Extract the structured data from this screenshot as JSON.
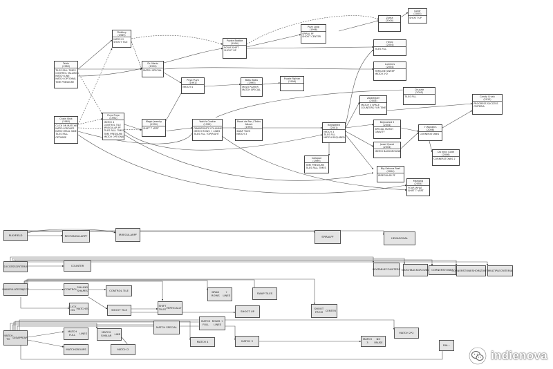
{
  "timeline": {
    "nodes": [
      {
        "id": "tetris",
        "name": "Tetris",
        "year": "(1985)",
        "features": [
          "TILES FALL TIMES",
          "CONTROL FALLING",
          "MATCH LINE",
          "MATCH OPTIONAL",
          "TIME PRESSURE"
        ]
      },
      {
        "id": "chainshot",
        "name": "Chain Shot",
        "year": "(1985)",
        "features": [
          "CLICK ON MATCHES",
          "MATCH GROUPS",
          "MATCH REAL SIDE",
          "TILES FALL",
          "OPTIMISE"
        ]
      },
      {
        "id": "plotting",
        "name": "Plotting",
        "year": "(1989)",
        "features": [
          "MATCH 2",
          "SHOOT TILE"
        ]
      },
      {
        "id": "puyopuyo",
        "name": "Puyo Puyo",
        "year": "(1991)",
        "features": [
          "MATCH 4",
          "CONTROL TILE",
          "IRREGULAR PF",
          "TILES FALL TIMES",
          "TIME PRESSURE",
          "MATCH OPTIONAL"
        ]
      },
      {
        "id": "drmario",
        "name": "Dr. Mario",
        "year": "(1990)",
        "features": [
          "MATCH SPECIAL"
        ]
      },
      {
        "id": "puzzlebobble",
        "name": "Puzzle Bobble",
        "year": "(1994)",
        "features": [
          "ROWS SHIFT",
          "SHOOT UP"
        ]
      },
      {
        "id": "puzzloop",
        "name": "Puzz Loop",
        "year": "(1998)",
        "features": [
          "SPIRAL PF",
          "SHOOT CENTER"
        ]
      },
      {
        "id": "zuma",
        "name": "Zuma",
        "year": "(2004)",
        "features": []
      },
      {
        "id": "luxor",
        "name": "Luxor",
        "year": "(2005)",
        "features": [
          "SHOOT UP"
        ]
      },
      {
        "id": "hexic",
        "name": "Hexic",
        "year": "(2004)",
        "features": [
          "TILES FILL"
        ]
      },
      {
        "id": "lumines",
        "name": "Lumines",
        "year": "(2004)",
        "features": [
          "TIMELINE SWEEP",
          "MATCH 2*2"
        ]
      },
      {
        "id": "magicjewelry",
        "name": "Magic Jewelry",
        "year": "(1990)",
        "features": [
          "SHIFT T VERT"
        ]
      },
      {
        "id": "puyopuyo2",
        "name": "Puyo Puyo",
        "year": "(1991)",
        "features": [
          "MATCH 4"
        ]
      },
      {
        "id": "baburbabu",
        "name": "Babu Babu",
        "year": "(1995)",
        "features": [
          "MULTI PLAYER",
          "MATCH SPECIAL"
        ]
      },
      {
        "id": "puzzlefighter",
        "name": "Puzzle Fighter",
        "year": "(1996)",
        "features": []
      },
      {
        "id": "yoshiscookie",
        "name": "Yoshi's Cookie",
        "year": "(1992)",
        "features": [
          "DRAWPOINTS COLUMNS",
          "MATCH ROWS + LINES",
          "TILES FILL TOP/RIGHT"
        ]
      },
      {
        "id": "paneldepon",
        "name": "Panel de Pon / Tetris Attack",
        "year": "(1995)",
        "features": [
          "SWAP TILES",
          "MATCH 3"
        ]
      },
      {
        "id": "bejeweled",
        "name": "Bejeweled",
        "year": "(2001)",
        "features": [
          "MATCH 3",
          "TILES FILL",
          "MATCH REQUIRED"
        ]
      },
      {
        "id": "zookeeper",
        "name": "Zookeeper",
        "year": "(2003)",
        "features": [
          "MATCH 3 SPACE",
          "COUNTERS FOR TIME"
        ]
      },
      {
        "id": "chuzzle",
        "name": "Chuzzle",
        "year": "(2005)",
        "features": [
          "TILES FILL"
        ]
      },
      {
        "id": "candycrush",
        "name": "Candy Crush",
        "year": "(2012)",
        "features": [
          "PROGRESS SUCCESS",
          "CRITERIA"
        ]
      },
      {
        "id": "bejeweled2",
        "name": "Bejeweled 2",
        "year": "(2004)",
        "features": [
          "SPECIAL MATCH",
          "GRAVITY"
        ]
      },
      {
        "id": "jewelquest",
        "name": "Jewel Quest",
        "year": "(2004)",
        "features": [
          "MATCH BACKGROUND"
        ]
      },
      {
        "id": "sevenwonders",
        "name": "7 Wonders",
        "year": "(2006)",
        "features": [
          "CORNERSTONES"
        ]
      },
      {
        "id": "davinci",
        "name": "Da Vinci Code",
        "year": "(2006)",
        "features": [
          "CORNERSTONES 2"
        ]
      },
      {
        "id": "collapse",
        "name": "Collapse",
        "year": "(1999)",
        "features": [
          "TIME PRESSURE",
          "TILES FALL TIMES"
        ]
      },
      {
        "id": "bigkahuna",
        "name": "Big Kahuna Reef",
        "year": "(2004)",
        "features": [
          "IRREGULAR PF"
        ]
      },
      {
        "id": "mahjong",
        "name": "Mahjong",
        "year": "(2005)",
        "features": [
          "FOUR WHAT",
          "SHIFT T VERT"
        ]
      }
    ]
  },
  "taxonomy": {
    "categories": [
      {
        "id": "playfield",
        "label": [
          "PLAYFIELD"
        ]
      },
      {
        "id": "success",
        "label": [
          "SUCCESS",
          "CRITERIA"
        ]
      },
      {
        "id": "manipulate",
        "label": [
          "MANIPULATE",
          "OBJECT"
        ]
      },
      {
        "id": "disappear",
        "label": [
          "MATCH TO",
          "DISAPPEAR"
        ]
      }
    ],
    "boxes": [
      {
        "id": "rect",
        "label": [
          "RECTANGULAR",
          "PF"
        ]
      },
      {
        "id": "irr",
        "label": [
          "IRREGULAR",
          "PF"
        ]
      },
      {
        "id": "spiral",
        "label": [
          "SPIRAL",
          "PF"
        ]
      },
      {
        "id": "hex",
        "label": [
          "HEXAGONAL"
        ]
      },
      {
        "id": "counter",
        "label": [
          "COUNTER"
        ]
      },
      {
        "id": "beatable",
        "label": [
          "BEATABLE",
          "COUNTERS"
        ]
      },
      {
        "id": "matchbg",
        "label": [
          "MATCH",
          "BACKGROUND"
        ]
      },
      {
        "id": "corner",
        "label": [
          "CORNERSTONES"
        ]
      },
      {
        "id": "cornerh",
        "label": [
          "CORNERSTONES",
          "HORIZONTAL"
        ]
      },
      {
        "id": "multi",
        "label": [
          "MULTIPLE",
          "CRITERIA"
        ]
      },
      {
        "id": "ctrlfall",
        "label": [
          "CONTROL",
          "FALLING SHAPES"
        ]
      },
      {
        "id": "ctrltile",
        "label": [
          "CONTROL TILE"
        ]
      },
      {
        "id": "clickm",
        "label": [
          "CLICK ON",
          "MATCHES"
        ]
      },
      {
        "id": "shoottile",
        "label": [
          "SHOOT TILE"
        ]
      },
      {
        "id": "shiftvert",
        "label": [
          "SHIFT TILES",
          "VERTICALLY"
        ]
      },
      {
        "id": "drag",
        "label": [
          "DRAG ROWS",
          "+ LINES"
        ]
      },
      {
        "id": "swap",
        "label": [
          "SWAP TILES"
        ]
      },
      {
        "id": "shootup",
        "label": [
          "SHOOT UP"
        ]
      },
      {
        "id": "shootcenter",
        "label": [
          "SHOOT FROM",
          "CENTER"
        ]
      },
      {
        "id": "mfull",
        "label": [
          "MATCH FULL",
          "LINES"
        ]
      },
      {
        "id": "msimilar",
        "label": [
          "MATCH SIMILAR",
          "LINE"
        ]
      },
      {
        "id": "mspecial",
        "label": [
          "MATCH SPECIAL"
        ]
      },
      {
        "id": "mfullrows",
        "label": [
          "MATCH FULL",
          "ROWS + LINES"
        ]
      },
      {
        "id": "mgroups",
        "label": [
          "MATCH",
          "GROUPS"
        ]
      },
      {
        "id": "m2",
        "label": [
          "MATCH 2"
        ]
      },
      {
        "id": "m4",
        "label": [
          "MATCH 4"
        ]
      },
      {
        "id": "m3",
        "label": [
          "MATCH 3"
        ]
      },
      {
        "id": "m3nopause",
        "label": [
          "MATCH 3",
          "NO PAUSE"
        ]
      },
      {
        "id": "m22",
        "label": [
          "MATCH 2*2"
        ]
      },
      {
        "id": "dia",
        "label": [
          "DIA..."
        ]
      }
    ]
  },
  "watermark": {
    "text": "indienova",
    "icon": "wechat-icon"
  }
}
